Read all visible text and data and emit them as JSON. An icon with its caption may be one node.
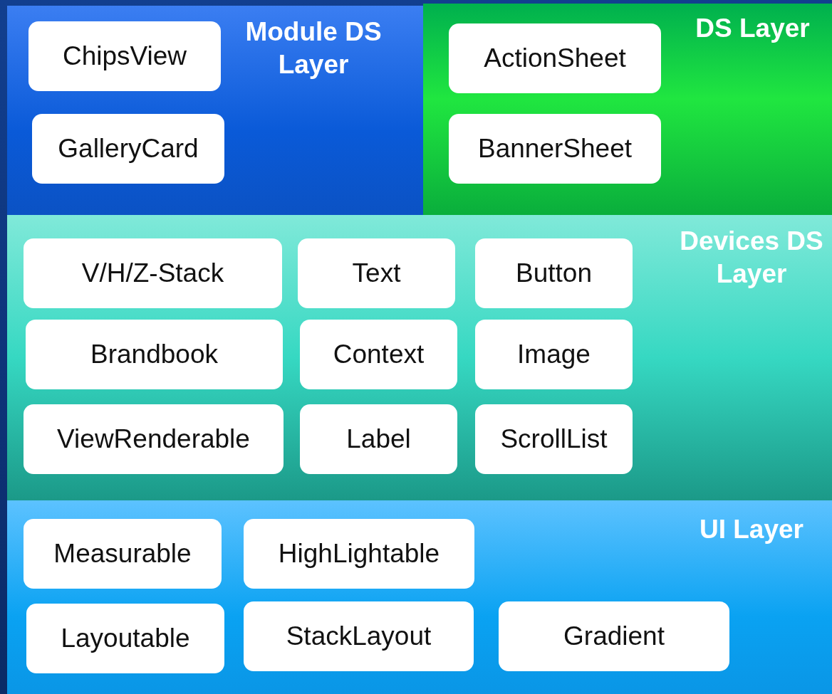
{
  "diagram": {
    "nodes": [
      {
        "text": [
          "Module DS Layer"
        ]
      },
      {
        "text": [
          "ChipsView"
        ],
        "in": 0
      },
      {
        "text": [
          "GalleryCard"
        ],
        "in": 0
      },
      {
        "text": [
          "DS Layer"
        ]
      },
      {
        "text": [
          "ActionSheet"
        ],
        "in": 3
      },
      {
        "text": [
          "BannerSheet"
        ],
        "in": 3
      },
      {
        "text": [
          "Devices DS Layer"
        ]
      },
      {
        "text": [
          "V/H/Z-Stack"
        ],
        "in": 6
      },
      {
        "text": [
          "Text"
        ],
        "in": 6
      },
      {
        "text": [
          "Button"
        ],
        "in": 6
      },
      {
        "text": [
          "Brandbook"
        ],
        "in": 6
      },
      {
        "text": [
          "Context"
        ],
        "in": 6
      },
      {
        "text": [
          "Image"
        ],
        "in": 6
      },
      {
        "text": [
          "ViewRenderable"
        ],
        "in": 6
      },
      {
        "text": [
          "Label"
        ],
        "in": 6
      },
      {
        "text": [
          "ScrollList"
        ],
        "in": 6
      },
      {
        "text": [
          "UI Layer"
        ]
      },
      {
        "text": [
          "Measurable"
        ],
        "in": 16
      },
      {
        "text": [
          "HighLightable"
        ],
        "in": 16
      },
      {
        "text": [
          "Layoutable"
        ],
        "in": 16
      },
      {
        "text": [
          "StackLayout"
        ],
        "in": 16
      },
      {
        "text": [
          "Gradient"
        ],
        "in": 16
      }
    ]
  }
}
